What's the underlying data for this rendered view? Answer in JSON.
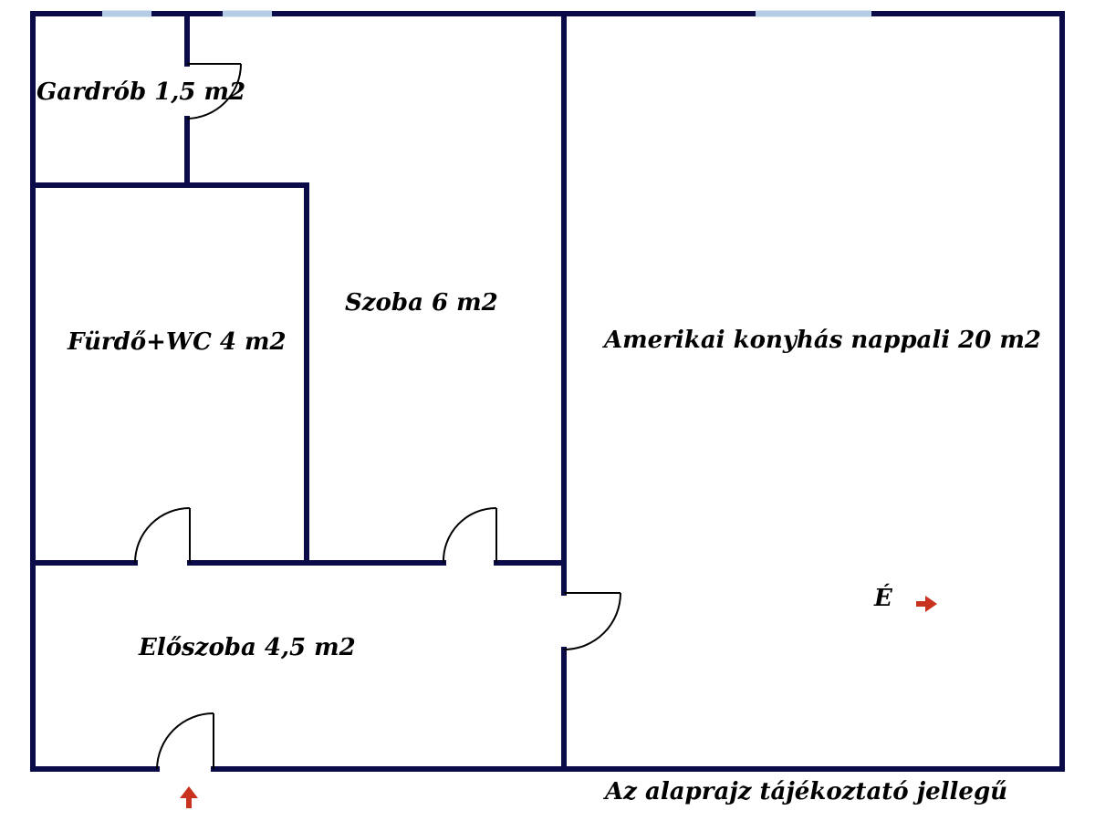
{
  "rooms": {
    "gardrob": "Gardrób 1,5 m2",
    "szoba": "Szoba 6 m2",
    "furdo": "Fürdő+WC 4 m2",
    "nappali": "Amerikai konyhás nappali 20 m2",
    "eloszoba": "Előszoba 4,5 m2"
  },
  "compass": {
    "label": "É",
    "icon": "north-arrow-icon"
  },
  "entrance": {
    "icon": "entrance-arrow-icon"
  },
  "disclaimer": "Az alaprajz tájékoztató jellegű",
  "colors": {
    "wall": "#0b0b4a",
    "window": "#b5cde4",
    "arrow": "#c8321e"
  }
}
